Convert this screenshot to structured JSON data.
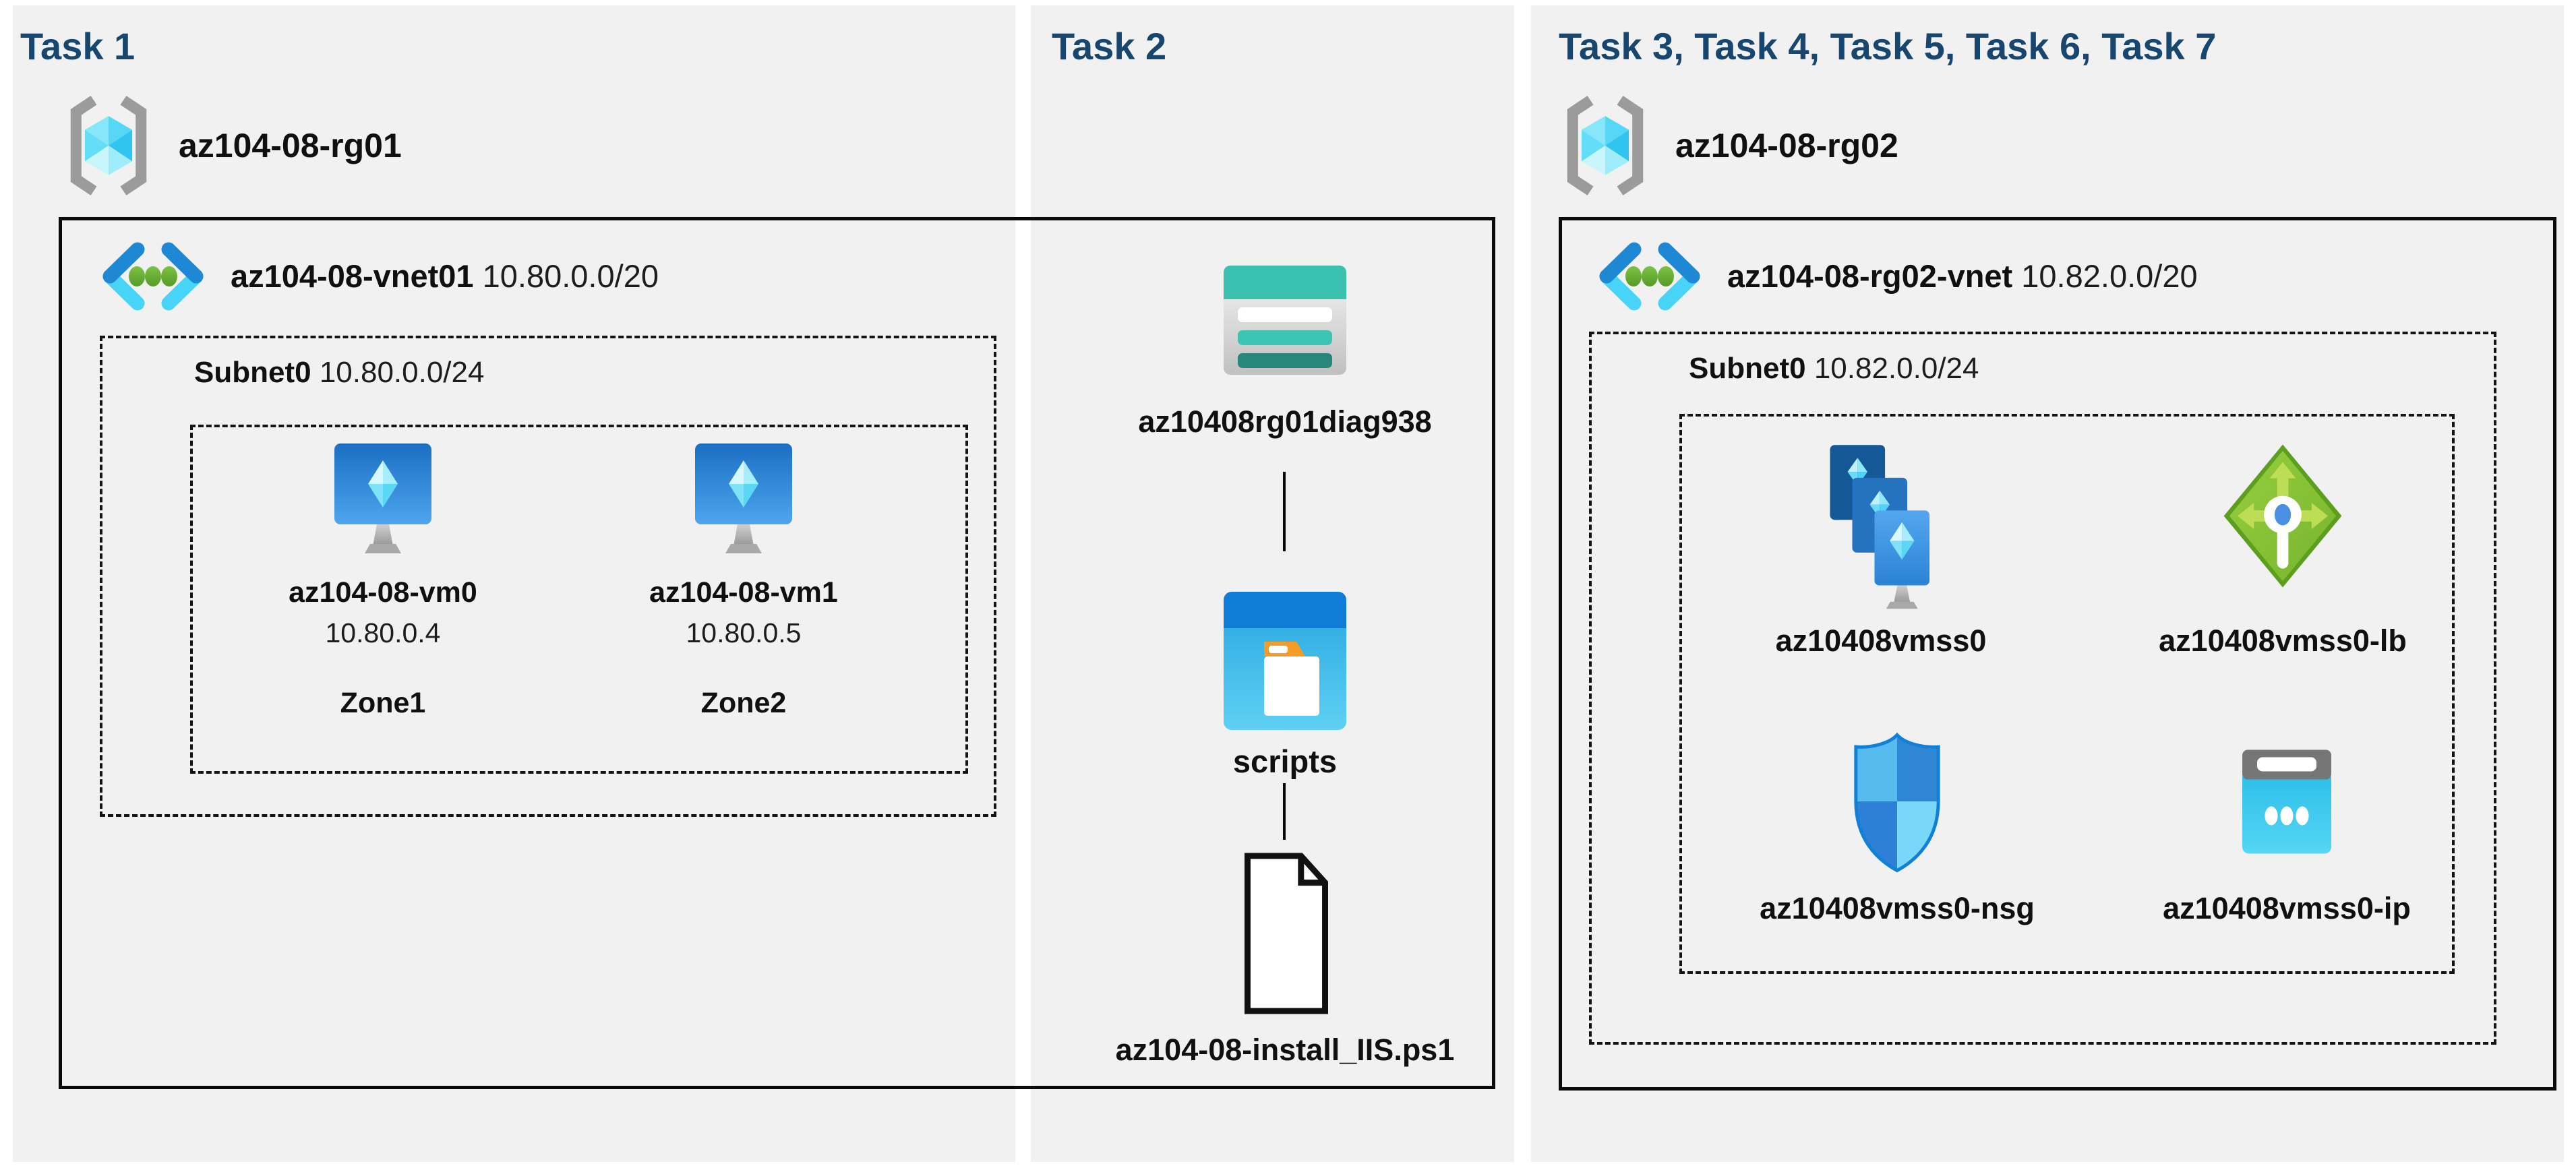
{
  "task1": {
    "title": "Task 1",
    "resource_group": "az104-08-rg01",
    "vnet": {
      "name": "az104-08-vnet01",
      "cidr": "10.80.0.0/20"
    },
    "subnet": {
      "name": "Subnet0",
      "cidr": "10.80.0.0/24"
    },
    "vms": [
      {
        "name": "az104-08-vm0",
        "ip": "10.80.0.4",
        "zone": "Zone1"
      },
      {
        "name": "az104-08-vm1",
        "ip": "10.80.0.5",
        "zone": "Zone2"
      }
    ]
  },
  "task2": {
    "title": "Task 2",
    "storage_account": "az10408rg01diag938",
    "container": "scripts",
    "file": "az104-08-install_IIS.ps1"
  },
  "task3": {
    "title": "Task 3, Task 4, Task 5, Task 6, Task 7",
    "resource_group": "az104-08-rg02",
    "vnet": {
      "name": "az104-08-rg02-vnet",
      "cidr": "10.82.0.0/20"
    },
    "subnet": {
      "name": "Subnet0",
      "cidr": "10.82.0.0/24"
    },
    "resources": [
      {
        "name": "az10408vmss0",
        "icon": "vmss-icon"
      },
      {
        "name": "az10408vmss0-lb",
        "icon": "load-balancer-icon"
      },
      {
        "name": "az10408vmss0-nsg",
        "icon": "nsg-icon"
      },
      {
        "name": "az10408vmss0-ip",
        "icon": "public-ip-icon"
      }
    ]
  },
  "colors": {
    "title_navy": "#17476F",
    "panel_gray": "#F1F1F1",
    "border_black": "#0A0A0A",
    "azure_blue": "#1E88D4",
    "cyan": "#47D4F6",
    "vnet_dot_green": "#6FB335",
    "storage_teal": "#3AC1AF",
    "storage_teal_dark": "#27877B",
    "container_blue": "#0F7CD7",
    "container_cyan": "#3FBDEB",
    "folder_tab_orange": "#F59C28",
    "lb_green": "#8CC63F",
    "nsg_blue": "#2F86D3",
    "ip_cyan": "#3FCBEF",
    "ip_gray": "#767676"
  },
  "icons": [
    "resource-group-icon",
    "vnet-icon",
    "vm-icon",
    "storage-account-icon",
    "blob-container-icon",
    "file-icon",
    "vmss-icon",
    "load-balancer-icon",
    "nsg-icon",
    "public-ip-icon"
  ]
}
